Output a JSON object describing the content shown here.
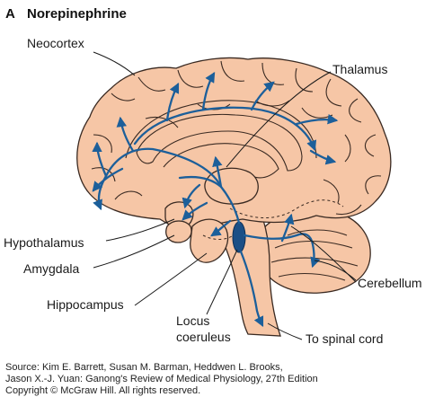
{
  "panel": {
    "letter": "A",
    "title": "Norepinephrine"
  },
  "labels": {
    "neocortex": "Neocortex",
    "thalamus": "Thalamus",
    "hypothalamus": "Hypothalamus",
    "amygdala": "Amygdala",
    "hippocampus": "Hippocampus",
    "locus_line1": "Locus",
    "locus_line2": "coeruleus",
    "cerebellum": "Cerebellum",
    "spinal_cord": "To spinal cord"
  },
  "source": {
    "line1": "Source: Kim E. Barrett, Susan M. Barman, Heddwen L. Brooks,",
    "line2": "Jason X.-J. Yuan: Ganong's Review of Medical Physiology, 27th Edition",
    "line3": "Copyright © McGraw Hill. All rights reserved."
  },
  "colors": {
    "brain_fill": "#f6c6a6",
    "pathway": "#1c5f9a",
    "nucleus": "#1b4f86",
    "outline": "#3a2a22"
  }
}
